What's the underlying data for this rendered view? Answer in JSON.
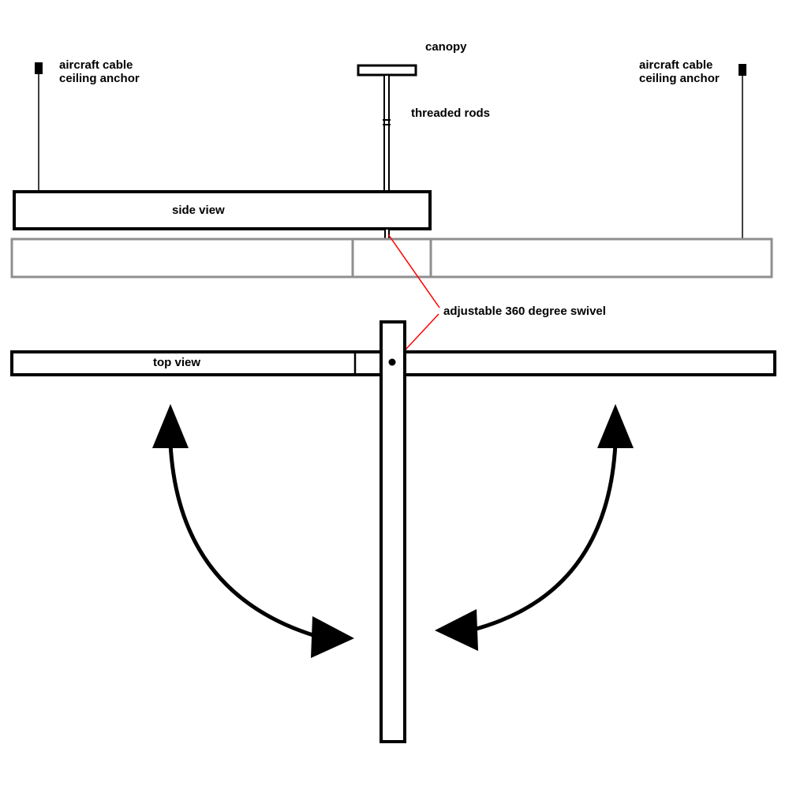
{
  "colors": {
    "ink": "#000000",
    "structure_gray": "#8f8f8f",
    "pointer_red": "#ff0000",
    "background": "#ffffff"
  },
  "labels": {
    "anchor_left": {
      "line1": "aircraft cable",
      "line2": "ceiling anchor"
    },
    "anchor_right": {
      "line1": "aircraft cable",
      "line2": "ceiling anchor"
    },
    "canopy": "canopy",
    "threaded_rods": "threaded rods",
    "side_view": "side view",
    "swivel": "adjustable 360 degree swivel",
    "top_view": "top view"
  }
}
